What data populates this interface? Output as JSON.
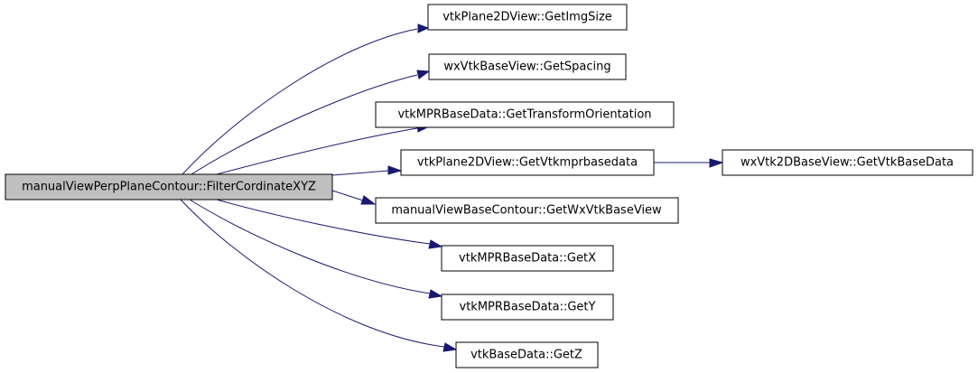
{
  "nodes": {
    "root": "manualViewPerpPlaneContour::FilterCordinateXYZ",
    "getImgSize": "vtkPlane2DView::GetImgSize",
    "getSpacing": "wxVtkBaseView::GetSpacing",
    "getTransformOrientation": "vtkMPRBaseData::GetTransformOrientation",
    "getVtkmprbasedata": "vtkPlane2DView::GetVtkmprbasedata",
    "getVtkBaseData": "wxVtk2DBaseView::GetVtkBaseData",
    "getWxVtkBaseView": "manualViewBaseContour::GetWxVtkBaseView",
    "getX": "vtkMPRBaseData::GetX",
    "getY": "vtkMPRBaseData::GetY",
    "getZ": "vtkBaseData::GetZ"
  },
  "colors": {
    "edge": "#191970",
    "root_fill": "#bfbfbf",
    "node_fill": "#ffffff",
    "border": "#000000"
  }
}
